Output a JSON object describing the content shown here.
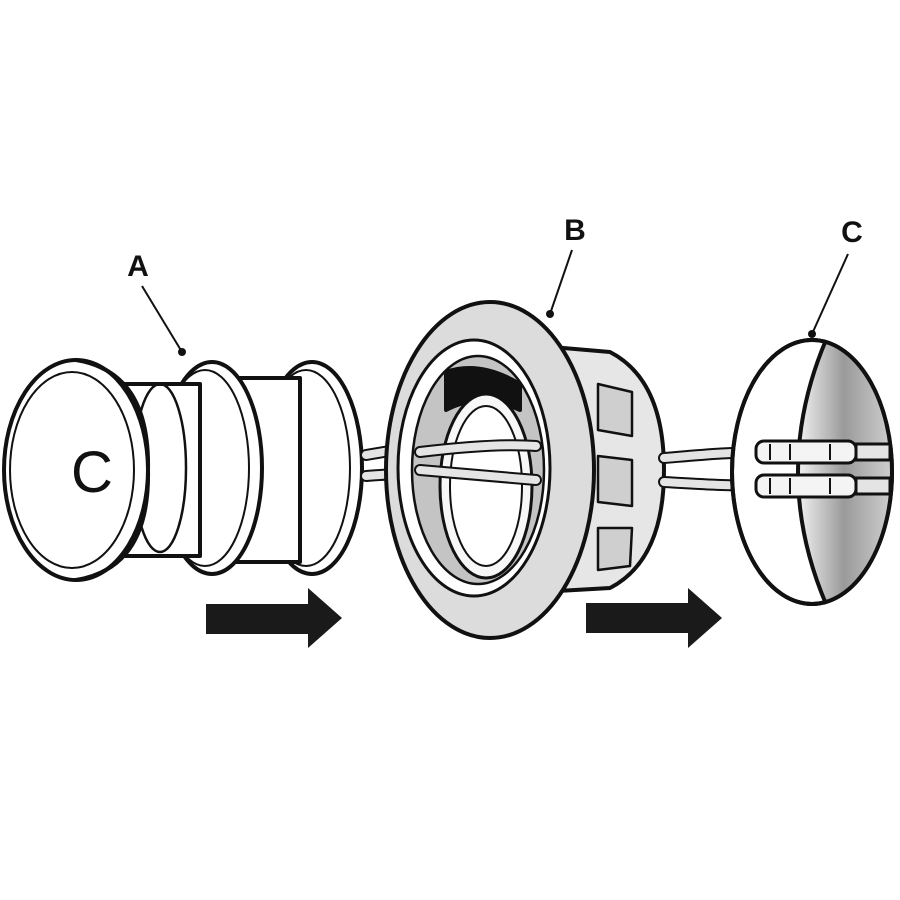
{
  "diagram": {
    "callouts": {
      "a": {
        "label": "A"
      },
      "b": {
        "label": "B"
      },
      "c": {
        "label": "C"
      }
    },
    "plug_face_mark": "C",
    "colors": {
      "line": "#111111",
      "white": "#ffffff",
      "light_gray": "#dcdcdc",
      "mid_gray": "#bdbdbd",
      "dark_gray": "#8a8a8a",
      "arrow": "#1a1a1a"
    }
  }
}
